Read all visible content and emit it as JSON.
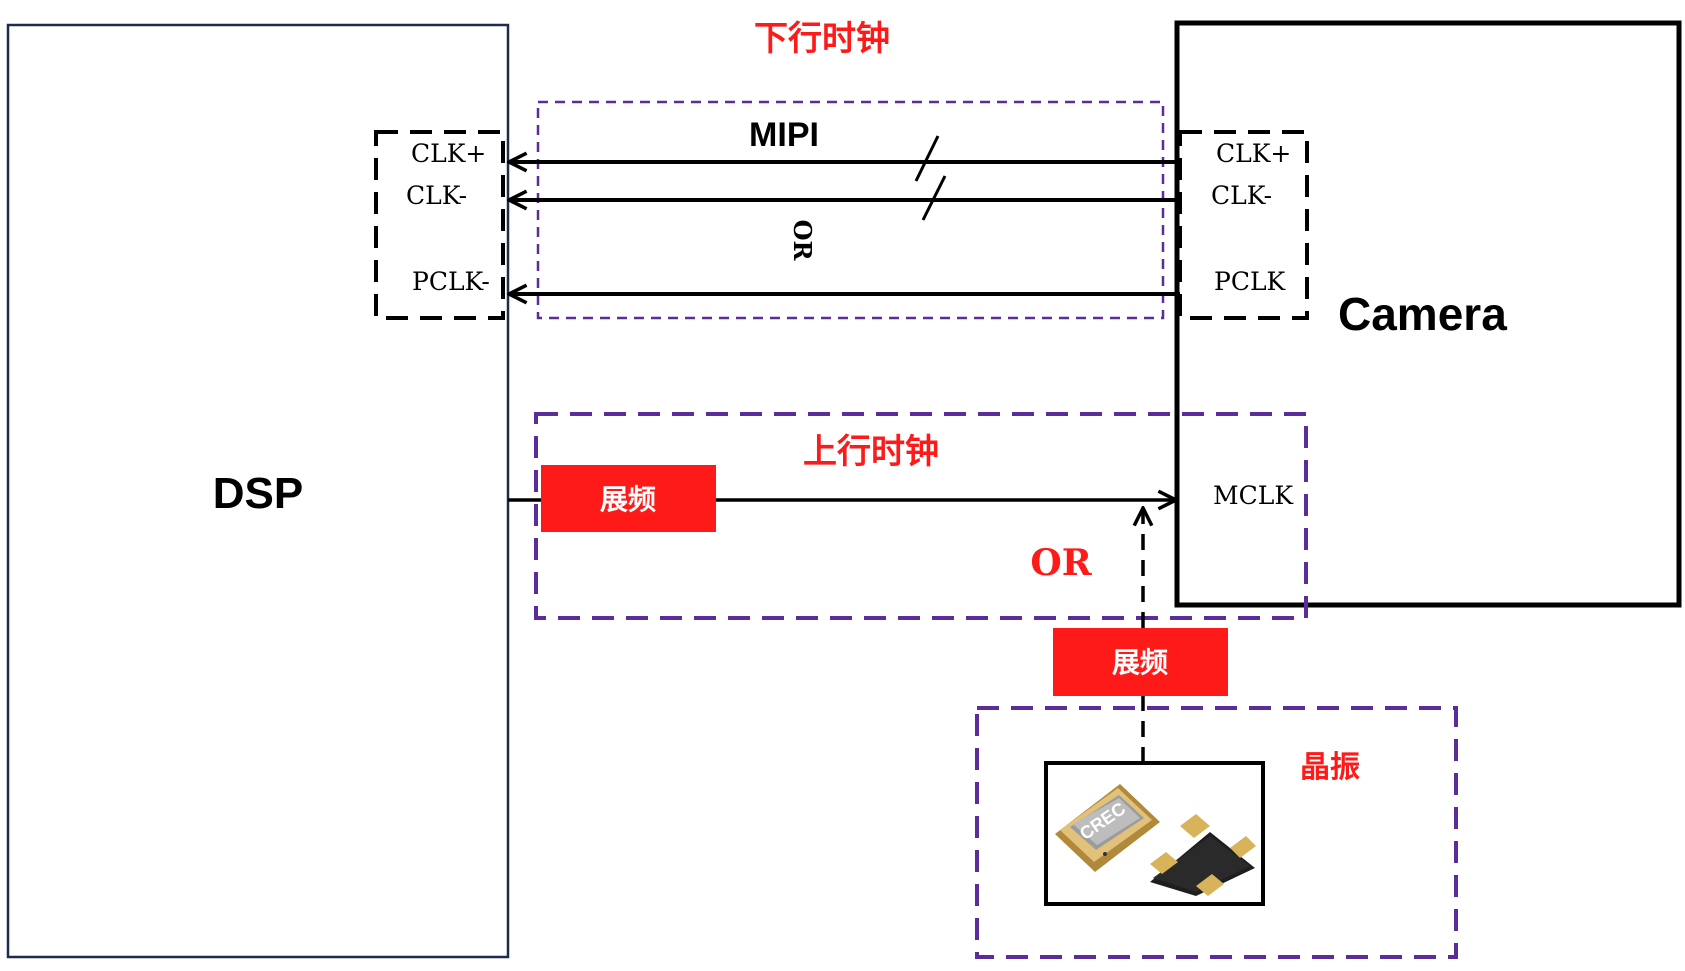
{
  "title_downstream": "下行时钟",
  "title_upstream": "上行时钟",
  "dsp_label": "DSP",
  "camera_label": "Camera",
  "mipi_label": "MIPI",
  "or_rotated": "OR",
  "or_red": "OR",
  "dsp_pins": {
    "clk_plus": "CLK+",
    "clk_minus": "CLK-",
    "pclk": "PCLK-"
  },
  "camera_pins": {
    "clk_plus": "CLK+",
    "clk_minus": "CLK-",
    "pclk": "PCLK",
    "mclk": "MCLK"
  },
  "spread_spectrum_1": "展频",
  "spread_spectrum_2": "展频",
  "crystal_label": "晶振",
  "crystal_marking": "CREC",
  "colors": {
    "red": "#ff1a1a",
    "purple": "#5b2c9a",
    "navy": "#1f2a4d",
    "black": "#000000",
    "gold": "#c9a24a",
    "package_dark": "#2a2a2a"
  }
}
